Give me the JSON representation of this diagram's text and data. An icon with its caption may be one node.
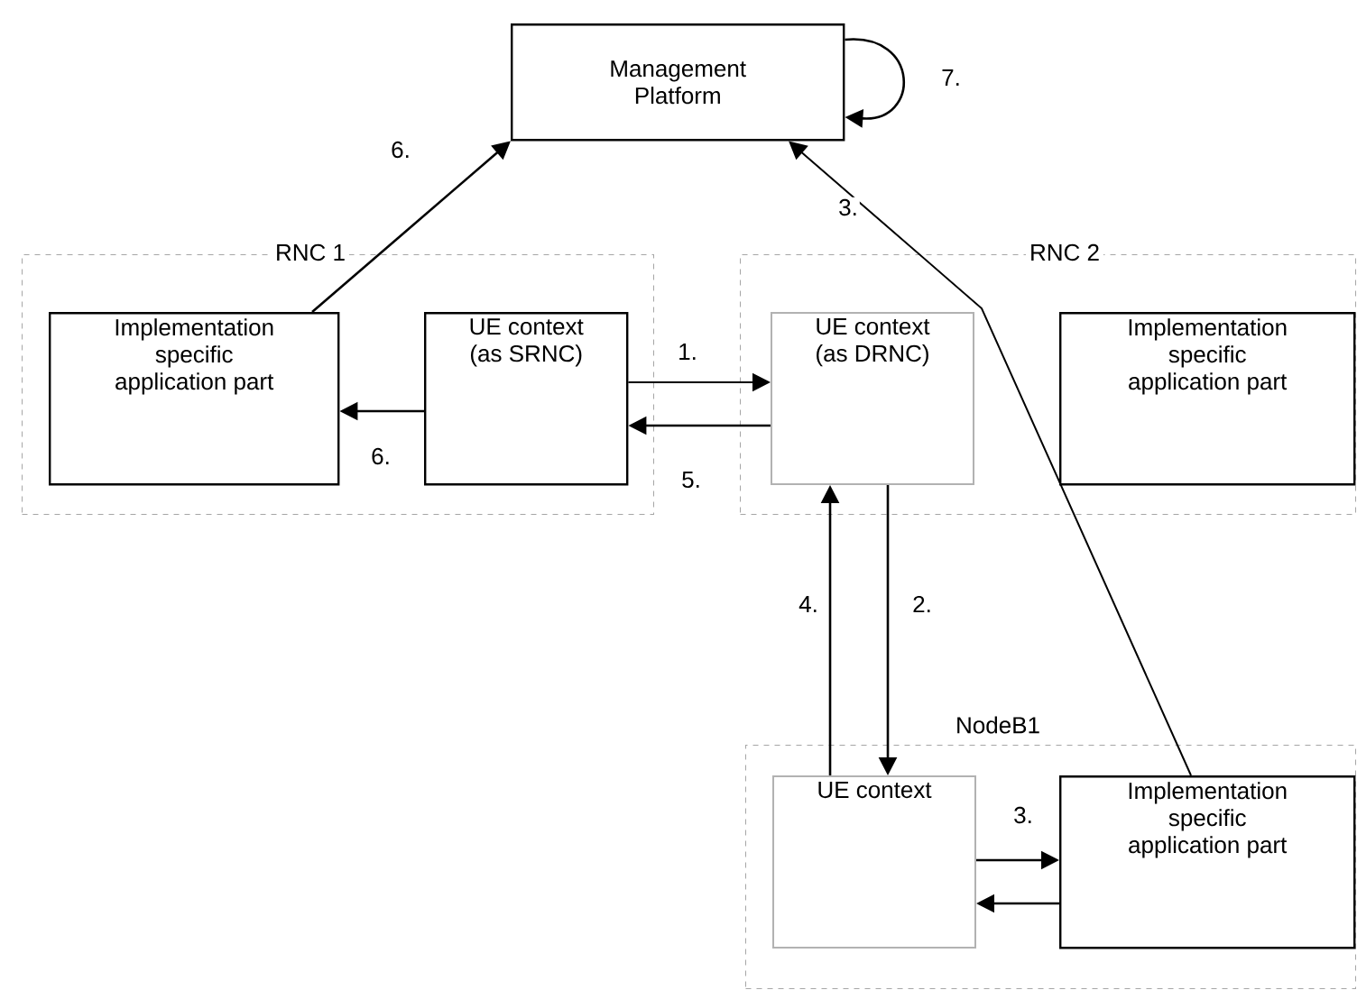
{
  "diagram": {
    "nodes": [
      {
        "text": [
          "Management Platform"
        ]
      },
      {
        "text": [
          "RNC 1"
        ]
      },
      {
        "text": [
          "Implementation specific application part"
        ],
        "in": 1
      },
      {
        "text": [
          "UE context (as SRNC)"
        ],
        "in": 1
      },
      {
        "text": [
          "RNC 2"
        ]
      },
      {
        "text": [
          "UE context (as DRNC)"
        ],
        "in": 4
      },
      {
        "text": [
          "Implementation specific application part"
        ],
        "in": 4
      },
      {
        "text": [
          "NodeB1"
        ]
      },
      {
        "text": [
          "UE context"
        ],
        "in": 7
      },
      {
        "text": [
          "Implementation specific application part"
        ],
        "in": 7
      }
    ],
    "edges": [
      {
        "from": 0,
        "to": 0,
        "arrow": "to",
        "label": "7."
      },
      {
        "from": 2,
        "to": 0,
        "arrow": "to",
        "label": "6."
      },
      {
        "from": 9,
        "to": 0,
        "arrow": "to",
        "label": "3."
      },
      {
        "from": 3,
        "to": 5,
        "arrow": "to",
        "label": "1."
      },
      {
        "from": 5,
        "to": 3,
        "arrow": "to",
        "label": "5."
      },
      {
        "from": 3,
        "to": 2,
        "arrow": "to",
        "label": "6."
      },
      {
        "from": 5,
        "to": 8,
        "arrow": "to",
        "label": "2."
      },
      {
        "from": 8,
        "to": 5,
        "arrow": "to",
        "label": "4."
      },
      {
        "from": 8,
        "to": 9,
        "arrow": "to",
        "label": "3."
      },
      {
        "from": 9,
        "to": 8,
        "arrow": "to"
      }
    ]
  }
}
